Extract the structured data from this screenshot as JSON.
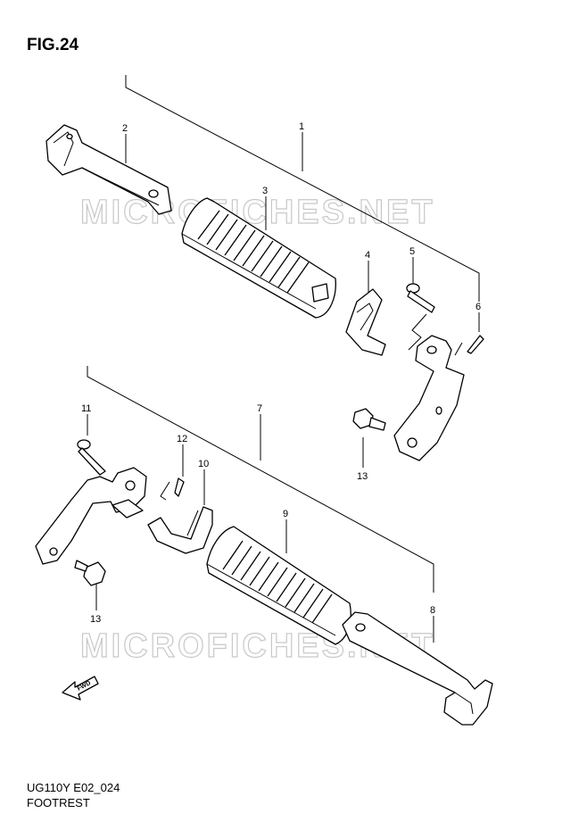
{
  "figure": {
    "title": "FIG.24",
    "model_code": "UG110Y E02_024",
    "name": "FOOTREST",
    "watermark": "MICROFICHES.NET",
    "fwd_label": "FWD"
  },
  "callouts": [
    {
      "id": "c1",
      "text": "1"
    },
    {
      "id": "c2",
      "text": "2"
    },
    {
      "id": "c3",
      "text": "3"
    },
    {
      "id": "c4",
      "text": "4"
    },
    {
      "id": "c5",
      "text": "5"
    },
    {
      "id": "c6",
      "text": "6"
    },
    {
      "id": "c7",
      "text": "7"
    },
    {
      "id": "c8",
      "text": "8"
    },
    {
      "id": "c9",
      "text": "9"
    },
    {
      "id": "c10",
      "text": "10"
    },
    {
      "id": "c11",
      "text": "11"
    },
    {
      "id": "c12",
      "text": "12"
    },
    {
      "id": "c13a",
      "text": "13"
    },
    {
      "id": "c13b",
      "text": "13"
    }
  ],
  "colors": {
    "line": "#000000",
    "watermark": "#c8c8c8",
    "background": "#ffffff"
  }
}
